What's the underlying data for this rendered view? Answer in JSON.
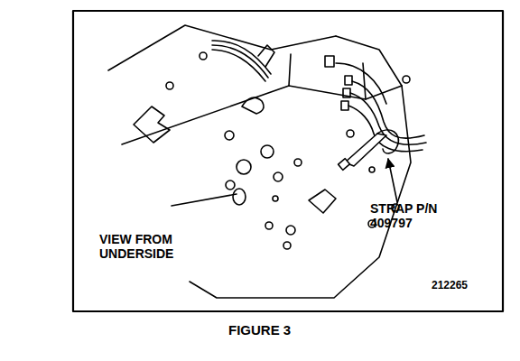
{
  "diagram": {
    "caption": "FIGURE 3",
    "labels": [
      "VIEW FROM UNDERSIDE",
      "STRAP P/N 409797",
      "212265"
    ]
  }
}
